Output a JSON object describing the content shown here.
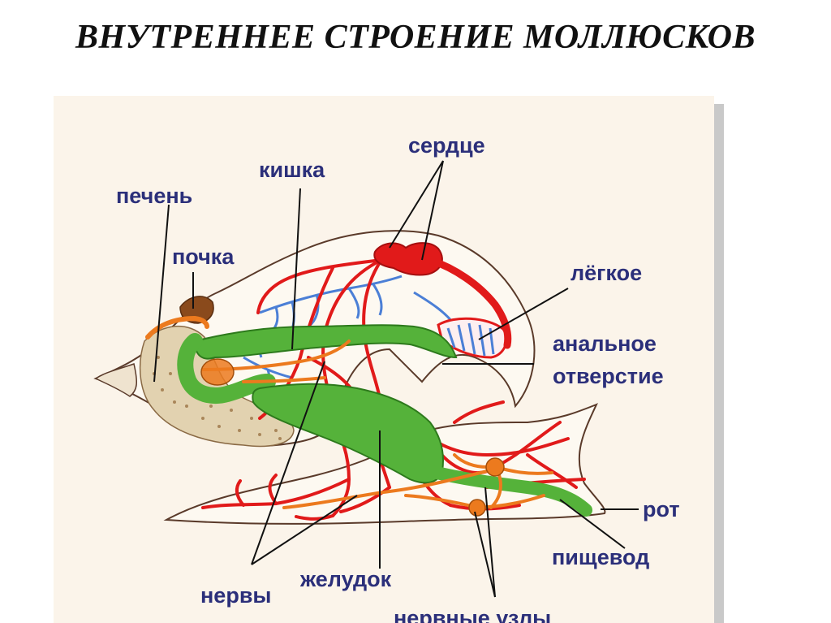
{
  "title": "ВНУТРЕННЕЕ СТРОЕНИЕ МОЛЛЮСКОВ",
  "labels": {
    "heart": "сердце",
    "intestine": "кишка",
    "liver": "печень",
    "kidney": "почка",
    "lung": "лёгкое",
    "anus_line1": "анальное",
    "anus_line2": "отверстие",
    "mouth": "рот",
    "esophagus": "пищевод",
    "stomach": "желудок",
    "nerves": "нервы",
    "ganglia": "нервные узлы"
  },
  "colors": {
    "label_text": "#2b2f7a",
    "background_panel": "#fbf4ea",
    "vessels_red": "#e11a1a",
    "digestive_green": "#55b23a",
    "nerves_orange": "#ec7a1e",
    "lung_blue": "#4b7fd6",
    "kidney_brown": "#8a4a1c",
    "outline": "#5a3a2a"
  }
}
